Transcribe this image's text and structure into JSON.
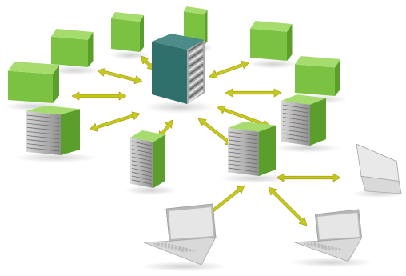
{
  "diagram": {
    "type": "network",
    "center": {
      "id": "central-server",
      "kind": "rack-server",
      "color": "#2f6f6c"
    },
    "nodes": [
      {
        "id": "cube-top-left",
        "kind": "cube",
        "color": "#7cc242"
      },
      {
        "id": "cube-top-mid-left",
        "kind": "cube",
        "color": "#7cc242"
      },
      {
        "id": "cube-top-mid",
        "kind": "cube",
        "color": "#7cc242"
      },
      {
        "id": "cube-top-right",
        "kind": "cube",
        "color": "#7cc242"
      },
      {
        "id": "cube-right-upper",
        "kind": "cube",
        "color": "#7cc242"
      },
      {
        "id": "cube-left",
        "kind": "cube",
        "color": "#7cc242"
      },
      {
        "id": "server-left",
        "kind": "server",
        "color": "#7cc242"
      },
      {
        "id": "server-bottom",
        "kind": "server",
        "color": "#7cc242"
      },
      {
        "id": "server-right",
        "kind": "server",
        "color": "#7cc242"
      },
      {
        "id": "server-hub",
        "kind": "server",
        "color": "#7cc242"
      },
      {
        "id": "laptop-left",
        "kind": "laptop",
        "color": "#d9d9d9"
      },
      {
        "id": "laptop-bottom-right",
        "kind": "laptop",
        "color": "#d9d9d9"
      },
      {
        "id": "laptop-far-right",
        "kind": "laptop",
        "color": "#d9d9d9"
      }
    ],
    "links": [
      {
        "from": "central-server",
        "to": "cube-top-mid-left"
      },
      {
        "from": "central-server",
        "to": "cube-top-right"
      },
      {
        "from": "central-server",
        "to": "cube-right-upper"
      },
      {
        "from": "central-server",
        "to": "server-right"
      },
      {
        "from": "central-server",
        "to": "server-hub"
      },
      {
        "from": "central-server",
        "to": "server-bottom"
      },
      {
        "from": "central-server",
        "to": "server-left"
      },
      {
        "from": "central-server",
        "to": "cube-left"
      },
      {
        "from": "cube-top-left",
        "to": "central-server"
      },
      {
        "from": "server-hub",
        "to": "laptop-left"
      },
      {
        "from": "server-hub",
        "to": "laptop-bottom-right"
      },
      {
        "from": "server-hub",
        "to": "laptop-far-right"
      }
    ],
    "colors": {
      "arrow": "#c8c81a",
      "arrow_stroke": "#9a9a10",
      "cube_top": "#a6dc6e",
      "cube_front": "#7cc242",
      "cube_side": "#5c9e2c",
      "server_dark": "#2f6f6c",
      "server_dark_top": "#4c8c88",
      "server_dark_side": "#245654",
      "laptop": "#d9d9d9",
      "laptop_dark": "#b8b8b8"
    }
  }
}
